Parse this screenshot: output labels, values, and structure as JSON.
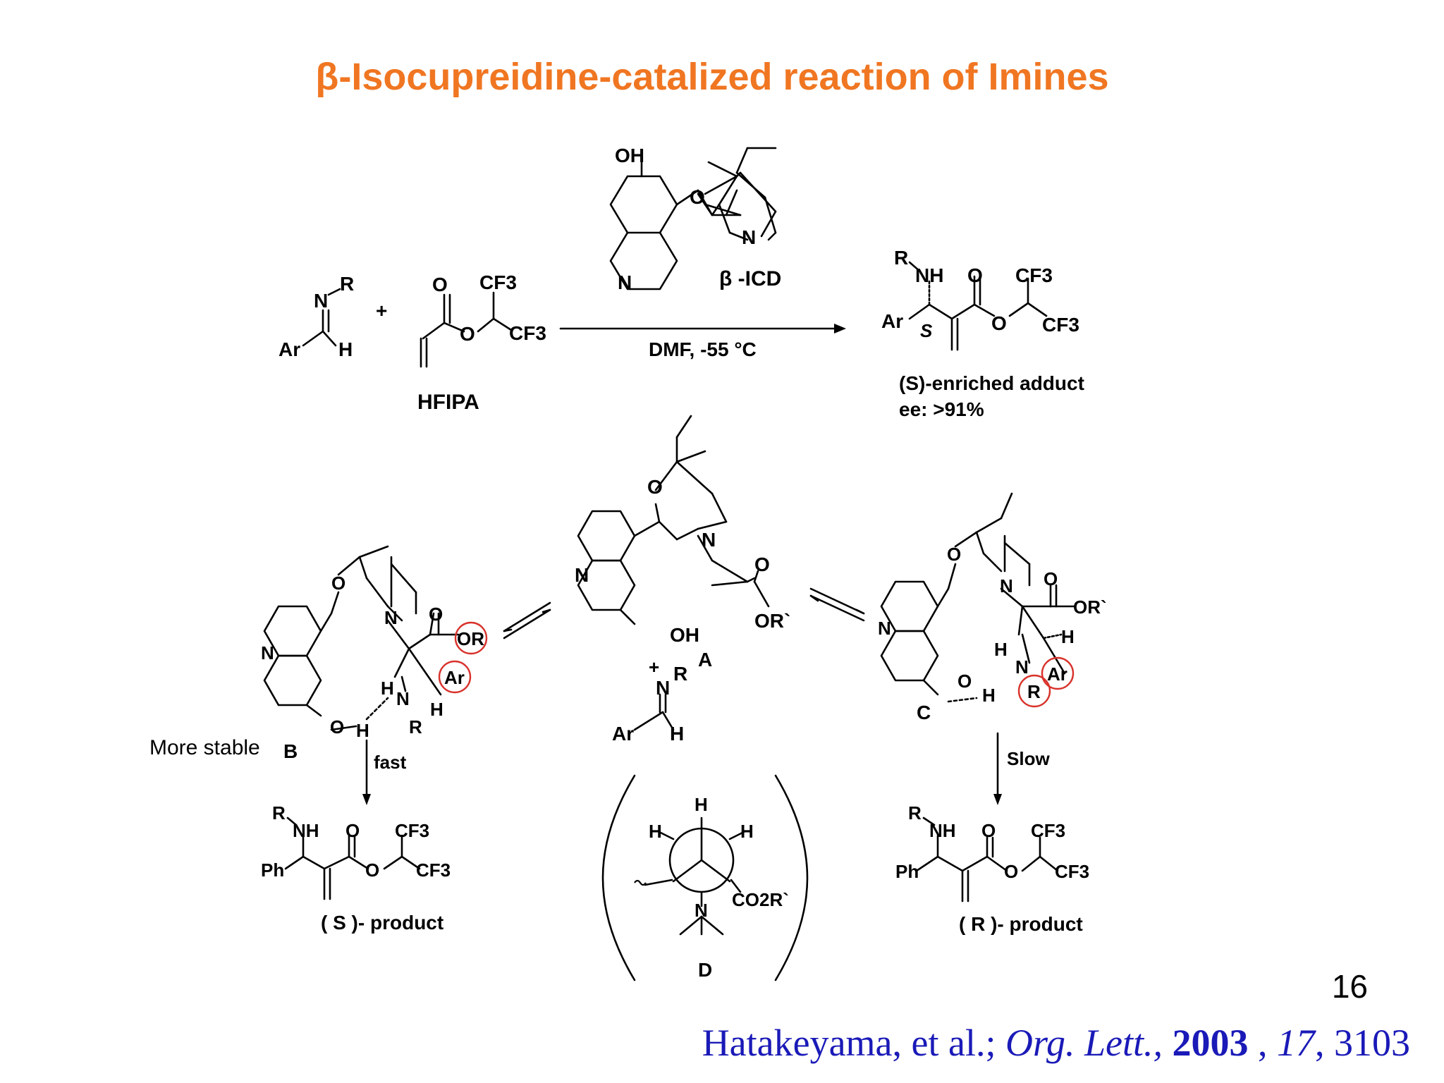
{
  "slide": {
    "title": "β-Isocupreidine-catalized reaction of Imines",
    "page_number": "16",
    "citation": {
      "authors": "Hatakeyama, et al.;",
      "journal": "Org. Lett.,",
      "year": "2003",
      "sep": ",",
      "volume": "17",
      "pages": ", 3103"
    }
  },
  "scheme": {
    "catalyst_label": "β -ICD",
    "conditions": "DMF, -55 °C",
    "reagent_label": "HFIPA",
    "plus": "+",
    "product_label": "(S)-enriched adduct",
    "ee_label": "ee: >91%",
    "intermediate_A": "A",
    "intermediate_B": "B",
    "intermediate_C": "C",
    "newman_D": "D",
    "more_stable": "More stable",
    "fast": "fast",
    "slow": "Slow",
    "s_product": "( S )- product",
    "r_product": "( R )- product",
    "atoms": {
      "OH": "OH",
      "O": "O",
      "N": "N",
      "NH": "NH",
      "R": "R",
      "Ar": "Ar",
      "H": "H",
      "Ph": "Ph",
      "OR": "OR",
      "ORp": "OR`",
      "CF3": "CF3",
      "CO2R": "CO2R`",
      "S": "S"
    }
  }
}
